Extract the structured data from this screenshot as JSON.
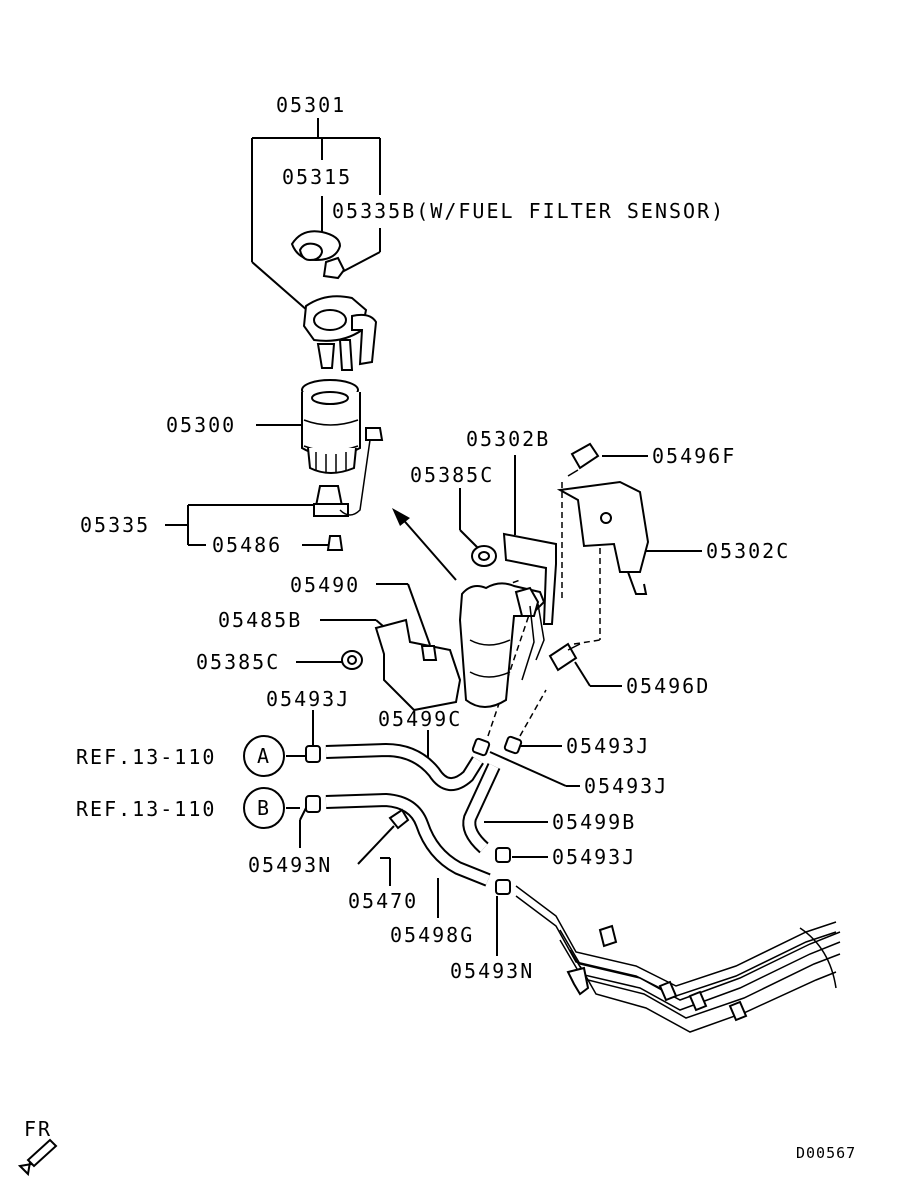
{
  "diagram": {
    "labels": {
      "p05301": "05301",
      "p05315": "05315",
      "p05335B": "05335B(W/FUEL FILTER SENSOR)",
      "p05300": "05300",
      "p05335": "05335",
      "p05486": "05486",
      "p05302B": "05302B",
      "p05496F": "05496F",
      "p05385C_top": "05385C",
      "p05302C": "05302C",
      "p05490": "05490",
      "p05485B": "05485B",
      "p05385C_bottom": "05385C",
      "p05496D": "05496D",
      "p05493J_left": "05493J",
      "p05499C": "05499C",
      "p05493J_right1": "05493J",
      "p05493J_right2": "05493J",
      "p05499B": "05499B",
      "p05493J_right3": "05493J",
      "p05493N_left": "05493N",
      "p05470": "05470",
      "p05498G": "05498G",
      "p05493N_bottom": "05493N",
      "refA_text": "REF.13-110",
      "refA_circle": "A",
      "refB_text": "REF.13-110",
      "refB_circle": "B",
      "front": "FR",
      "drawing_no": "D00567"
    }
  }
}
